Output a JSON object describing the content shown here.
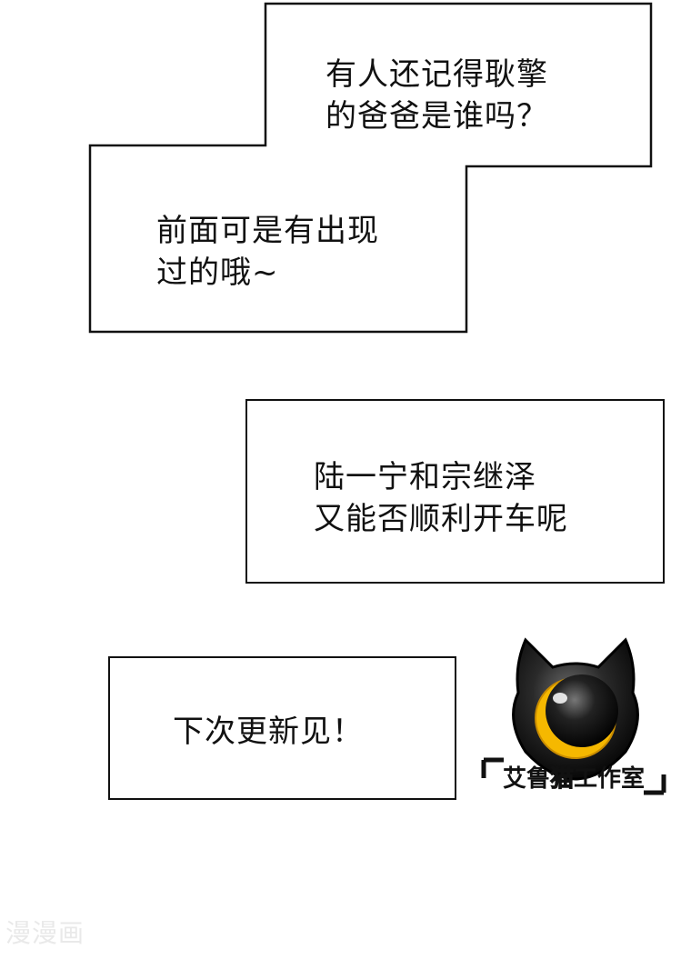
{
  "dialogue": {
    "bubble1": {
      "line1": "有人还记得耿擎",
      "line2": "的爸爸是谁吗？",
      "line3": "前面可是有出现",
      "line4": "过的哦~"
    },
    "bubble2": {
      "line1": "陆一宁和宗继泽",
      "line2": "又能否顺利开车呢"
    },
    "bubble3": {
      "line1": "下次更新见！"
    }
  },
  "logo": {
    "name": "cat-eye-logo",
    "banner_parts": [
      "艾鲁",
      "猫",
      "工作室"
    ],
    "accent_color": "#f5b800"
  },
  "watermark": {
    "text": "漫漫画"
  },
  "colors": {
    "border": "#111111",
    "background": "#ffffff",
    "watermark": "#e9e9e9"
  }
}
